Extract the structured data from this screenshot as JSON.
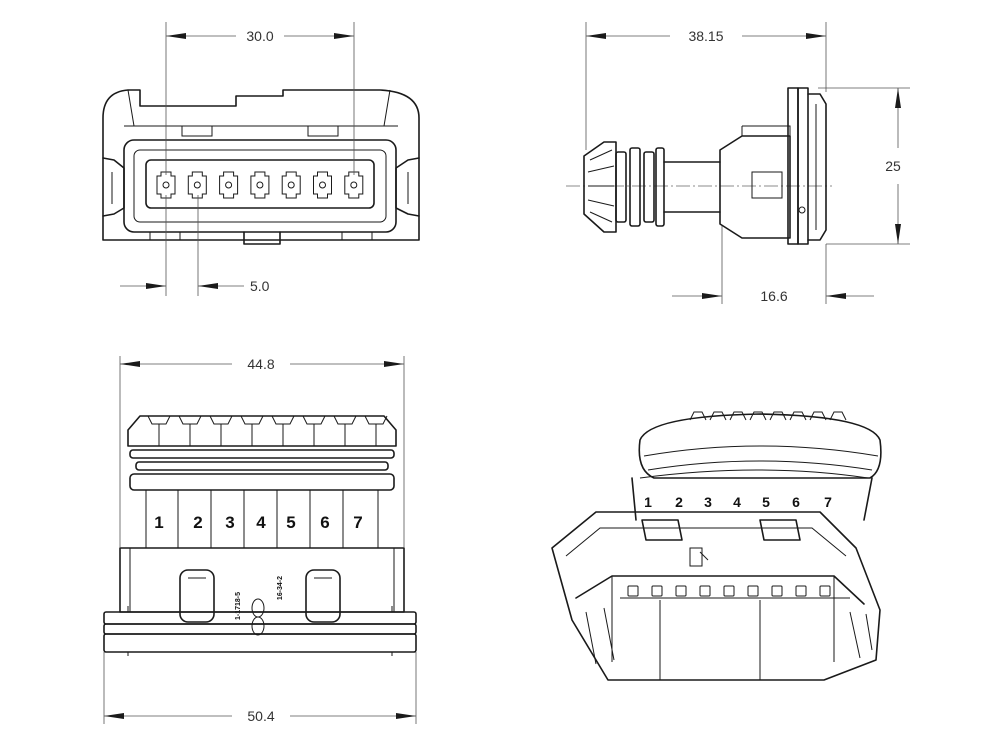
{
  "dimensions": {
    "front_width": "30.0",
    "front_pitch": "5.0",
    "side_length": "38.15",
    "side_height": "25",
    "side_offset": "16.6",
    "bottom_inner_width": "44.8",
    "bottom_outer_width": "50.4"
  },
  "pins": [
    "1",
    "2",
    "3",
    "4",
    "5",
    "6",
    "7"
  ],
  "part_markings": {
    "part_number": "1-1718-5",
    "date_code": "16-34-2"
  },
  "colors": {
    "line": "#1a1a1a",
    "dimension": "#555555",
    "text": "#333333",
    "background": "#ffffff"
  }
}
